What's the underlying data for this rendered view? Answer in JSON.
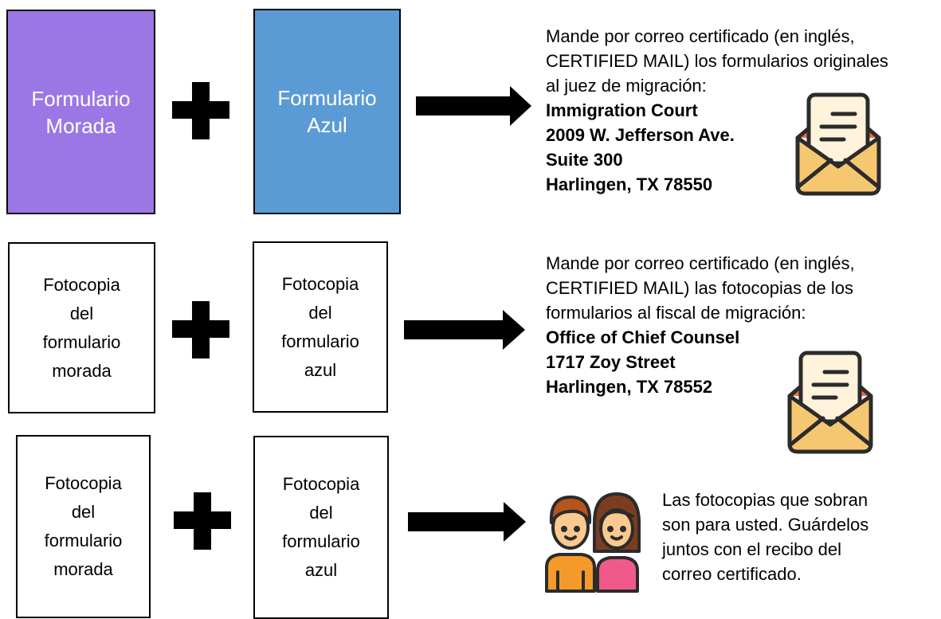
{
  "colors": {
    "purple_form": "#9b77e6",
    "blue_form": "#5b9bd5",
    "envelope_body": "#f6c771",
    "envelope_flap_dark": "#f06a3f",
    "letter": "#fff3dc",
    "outline": "#2b2b2b",
    "shirt_boy": "#f49a2a",
    "shirt_girl": "#f05a8a",
    "hair_boy": "#b5541e",
    "hair_girl": "#7a3d1f",
    "skin": "#f9c98f"
  },
  "rows": [
    {
      "left_box": {
        "label": "Formulario\nMorada"
      },
      "right_box": {
        "label": "Formulario\nAzul"
      },
      "instructions": {
        "lines": [
          "Mande por correo certificado (en inglés,",
          "CERTIFIED MAIL) los formularios originales",
          "al juez de migración:"
        ],
        "address": [
          "Immigration Court",
          "2009 W. Jefferson Ave.",
          "Suite 300",
          "Harlingen, TX 78550"
        ]
      },
      "icon": "envelope-letter-icon"
    },
    {
      "left_box": {
        "label": "Fotocopia\ndel\nformulario\nmorada"
      },
      "right_box": {
        "label": "Fotocopia\ndel\nformulario\nazul"
      },
      "instructions": {
        "lines": [
          "Mande por correo certificado (en inglés,",
          "CERTIFIED MAIL) las fotocopias de los",
          "formularios al fiscal de migración:"
        ],
        "address": [
          "Office of Chief Counsel",
          "1717 Zoy Street",
          "Harlingen, TX 78552"
        ]
      },
      "icon": "envelope-letter-icon"
    },
    {
      "left_box": {
        "label": "Fotocopia\ndel\nformulario\nmorada"
      },
      "right_box": {
        "label": "Fotocopia\ndel\nformulario\nazul"
      },
      "instructions": {
        "lines": [
          "Las fotocopias que sobran",
          "son para usted. Guárdelos",
          "juntos con el recibo del",
          "correo certificado."
        ]
      },
      "icon": "couple-people-icon"
    }
  ]
}
